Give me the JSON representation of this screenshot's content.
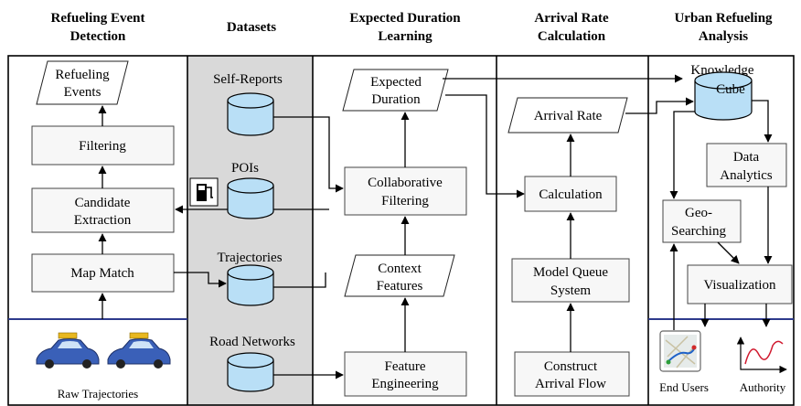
{
  "headers": {
    "detection": [
      "Refueling Event",
      "Detection"
    ],
    "datasets": "Datasets",
    "duration": [
      "Expected Duration",
      "Learning"
    ],
    "arrival": [
      "Arrival Rate",
      "Calculation"
    ],
    "urban": [
      "Urban Refueling",
      "Analysis"
    ]
  },
  "detection": {
    "refueling_events": [
      "Refueling",
      "Events"
    ],
    "filtering": "Filtering",
    "candidate_extraction": [
      "Candidate",
      "Extraction"
    ],
    "map_match": "Map Match",
    "raw_trajectories": "Raw Trajectories"
  },
  "datasets": {
    "self_reports": "Self-Reports",
    "pois": "POIs",
    "trajectories": "Trajectories",
    "road_networks": "Road Networks"
  },
  "duration": {
    "expected_duration": [
      "Expected",
      "Duration"
    ],
    "collaborative_filtering": [
      "Collaborative",
      "Filtering"
    ],
    "context_features": [
      "Context",
      "Features"
    ],
    "feature_engineering": [
      "Feature",
      "Engineering"
    ]
  },
  "arrival": {
    "arrival_rate": "Arrival Rate",
    "calculation": "Calculation",
    "model_queue": [
      "Model Queue",
      "System"
    ],
    "construct_flow": [
      "Construct",
      "Arrival Flow"
    ]
  },
  "urban": {
    "knowledge_cube": [
      "Knowledge",
      "Cube"
    ],
    "data_analytics": [
      "Data",
      "Analytics"
    ],
    "geo_searching": [
      "Geo-",
      "Searching"
    ],
    "visualization": "Visualization",
    "end_users": "End Users",
    "authority": "Authority"
  },
  "colors": {
    "cylinder": "#b9dff6",
    "datasets_bg": "#d9d9d9",
    "box_fill": "#f7f7f7",
    "accent_line": "#2e3a8c"
  }
}
